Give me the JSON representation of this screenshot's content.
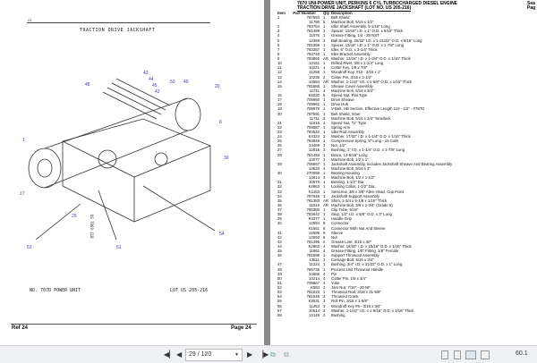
{
  "left_page": {
    "page_number_top": "24",
    "diagram_title": "TRACTION DRIVE JACKSHAFT",
    "figure_code": "US 7060-11B",
    "caption_left": "NO. 707D POWER UNIT",
    "caption_right": "LOT US 205-216",
    "footer_ref": "Ref  24",
    "footer_page": "Page  24"
  },
  "right_page": {
    "title": "7070 UNI-POWER UNIT, PERKINS 6 CYL TURBOCHARGED DIESEL ENGINE",
    "subtitle": "TRACTION DRIVE JACKSHAFT (LOT NO. US 205-216)",
    "edge_top": "Sea",
    "edge_sub": "Pag",
    "columns": [
      "Item",
      "Part Number",
      "Qty",
      "Description"
    ],
    "rows": [
      [
        "1",
        "787593",
        "1",
        "Belt Shield"
      ],
      [
        "",
        "11790",
        "5",
        "Machine Bolt, 5/16 x 1/2\""
      ],
      [
        "2",
        "783754",
        "1",
        "Idler Shaft Assembly, 5-1/16\" Long"
      ],
      [
        "3",
        "781488",
        "2",
        "Spacer, 13/16\" I.D. x 1\" O.D. x 5/16\" Thick"
      ],
      [
        "4",
        "11076",
        "1",
        "Grease Fitting, 1/4 - 28 NST"
      ],
      [
        "5",
        "12369",
        "2",
        "Ball Bearing, 25/32\" I.D. x 1-21/32\" O.D. x 9/16\" Long"
      ],
      [
        "6",
        "781369",
        "1",
        "Spacer, 13/16\" I.D. x 1\" O.D. x 1-7/8\" Long"
      ],
      [
        "7",
        "783257",
        "1",
        "Idler, 6\" O.D. x 3-1/4\" Thick"
      ],
      [
        "8",
        "783740",
        "1",
        "Idler Bracket Assembly"
      ],
      [
        "9",
        "783865",
        "AR",
        "Washer, 13/16\" I.D. x 1-3/4\" O.D. x 1/16\" Thick"
      ],
      [
        "10",
        "13161",
        "1",
        "Drilled Rivet, 3/8 x 1-1/4\" Long"
      ],
      [
        "11",
        "10221",
        "1",
        "Cotter Key, 1/8 x 7/8\""
      ],
      [
        "12",
        "11256",
        "1",
        "Woodruff Key, #13 - 3/16 x 1\""
      ],
      [
        "13",
        "10235",
        "2",
        "Cotter Pin, 3/16 x 2-1/2\""
      ],
      [
        "14",
        "10584",
        "AR",
        "Washer, 1-1/32\" I.D. x 1-5/8\" O.D. x 1/16\" Thick"
      ],
      [
        "15",
        "781588",
        "1",
        "Sheave Cover Assembly"
      ],
      [
        "",
        "11711",
        "4",
        "Machine Bolt, 5/16 x 3/4\""
      ],
      [
        "16",
        "K5020",
        "5",
        "Speed Nut, Flat Type"
      ],
      [
        "17",
        "709960",
        "1",
        "Drive Sheave"
      ],
      [
        "18",
        "709961",
        "1",
        "Drive Hub"
      ],
      [
        "19",
        "709979",
        "1",
        "V-Belt, HB Section, Effective Length 110 - 1/2\" - #787D"
      ],
      [
        "20",
        "787591",
        "1",
        "Belt Shield, Inner"
      ],
      [
        "",
        "11711",
        "3",
        "Machine Bolt, 5/16 x 3/4\" Tensilock"
      ],
      [
        "21",
        "11616",
        "4",
        "Speed Nut, \"U\" Type"
      ],
      [
        "22",
        "709587",
        "1",
        "Spring Arm"
      ],
      [
        "23",
        "783520",
        "1",
        "Idler Rod Assembly"
      ],
      [
        "24",
        "K4324",
        "2",
        "Washer, 17/32\" I.D. x 1-1/4\" O.D. x 1/16\" Thick"
      ],
      [
        "25",
        "783846",
        "1",
        "Compression Spring, 5\" Long - 15 Coils"
      ],
      [
        "26",
        "13469",
        "2",
        "Nut, 1/2\""
      ],
      [
        "27",
        "12815",
        "2",
        "Bushing, 1\" I.D. x 1-1/4\" O.D. x 1-7/8\" Long"
      ],
      [
        "28",
        "781493",
        "1",
        "Brace, 13-9/16\" Long"
      ],
      [
        "",
        "14077",
        "2",
        "Machine Bolt, 1/2 x 1\""
      ],
      [
        "29",
        "709567",
        "1",
        "Jackshaft Assembly, Includes Jackshaft Sheave And Bearing Assembly"
      ],
      [
        "",
        "13634",
        "4",
        "Machine Bolt, 9/16 x 2\""
      ],
      [
        "30",
        "270096",
        "1",
        "Bearing Housing"
      ],
      [
        "",
        "13614",
        "4",
        "Machine Bolt, 1/2 x 1-1/2\""
      ],
      [
        "31",
        "10570",
        "1",
        "Bearing, 1-1/2\" Dia."
      ],
      [
        "32",
        "K4963",
        "1",
        "Locking Collar, 1-1/2\" Dia."
      ],
      [
        "33",
        "K1153",
        "1",
        "Setscrew, 3/8 x 3/8\" Allen Head, Cup Point"
      ],
      [
        "34",
        "787645",
        "1",
        "Jackshaft Support Assembly"
      ],
      [
        "35",
        "781383",
        "AR",
        "Shim, 1-3/4 x 5-1/8 x 1/16\" Thick"
      ],
      [
        "36",
        "11016",
        "AR",
        "Machine Bolt, 3/8 x 1-3/4\" (Grade 5)"
      ],
      [
        "37",
        "780380",
        "1",
        "Clip Tube, 5/16\""
      ],
      [
        "38",
        "783642",
        "1",
        "Stop, 1/2\" I.D. x 5/8\" O.D. x 3\" Long"
      ],
      [
        "39",
        "K3377",
        "1",
        "Handle Grip"
      ],
      [
        "40",
        "12594",
        "8",
        "Connector"
      ],
      [
        "",
        "K1551",
        "8",
        "Connector With Nut And Sleeve"
      ],
      [
        "41",
        "12595",
        "8",
        "Sleeve"
      ],
      [
        "42",
        "12593",
        "8",
        "Nut"
      ],
      [
        "43",
        "781495",
        "2",
        "Grease Line, 3/16 x 30\""
      ],
      [
        "44",
        "K2882",
        "4",
        "Washer, 15/32\" I.D. x 15/16\" O.D. x 1/16\" Thick"
      ],
      [
        "45",
        "11961",
        "4",
        "Grease Fitting, 1/8\" Fitting, 1/8\" Female"
      ],
      [
        "46",
        "781598",
        "1",
        "Support Throwout Assembly"
      ],
      [
        "",
        "13811",
        "2",
        "Carriage Bolt, 5/16 x 3/4\""
      ],
      [
        "47",
        "11224",
        "1",
        "Bushing, 3/4\" I.D. x 31/32\" O.D. x 1\" Long"
      ],
      [
        "48",
        "789735",
        "1",
        "Process Unit Throwout Handle"
      ],
      [
        "49",
        "14668",
        "4",
        "Pin"
      ],
      [
        "50",
        "10214",
        "4",
        "Cotter Pin, 1/8 x 3/4\""
      ],
      [
        "51",
        "709867",
        "4",
        "Yoke"
      ],
      [
        "52",
        "K584",
        "2",
        "Jam Nut, 7/16\" - 20 NF"
      ],
      [
        "53",
        "781543",
        "1",
        "Throwout Rod, 3/16 x 31-5/8\""
      ],
      [
        "54",
        "781546",
        "3",
        "Throwout Crank"
      ],
      [
        "55",
        "K3631",
        "3",
        "Roll Pin, 3/16 x 1-5/8\""
      ],
      [
        "56",
        "11253",
        "3",
        "Woodruff Key #9 - 3/16 x 3/4\""
      ],
      [
        "57",
        "10514",
        "3",
        "Washer, 1-1/32\" I.D. x 1-9/16\" O.D. x 1/16\" Thick"
      ],
      [
        "58",
        "14149",
        "2",
        "Bushing"
      ]
    ]
  },
  "toolbar": {
    "page_value": "29 / 120",
    "zoom": "60.1",
    "icons": [
      "first-page-icon",
      "prev-page-icon",
      "dropdown-icon",
      "next-page-icon",
      "last-page-icon",
      "copy-icon",
      "paste-icon",
      "single-page-icon",
      "continuous-icon",
      "two-page-icon",
      "facing-icon"
    ]
  },
  "colors": {
    "callout_blue": "#3a3aa8",
    "toolbar_bg": "#eef0f3",
    "viewer_gray": "#8a8a8a"
  }
}
